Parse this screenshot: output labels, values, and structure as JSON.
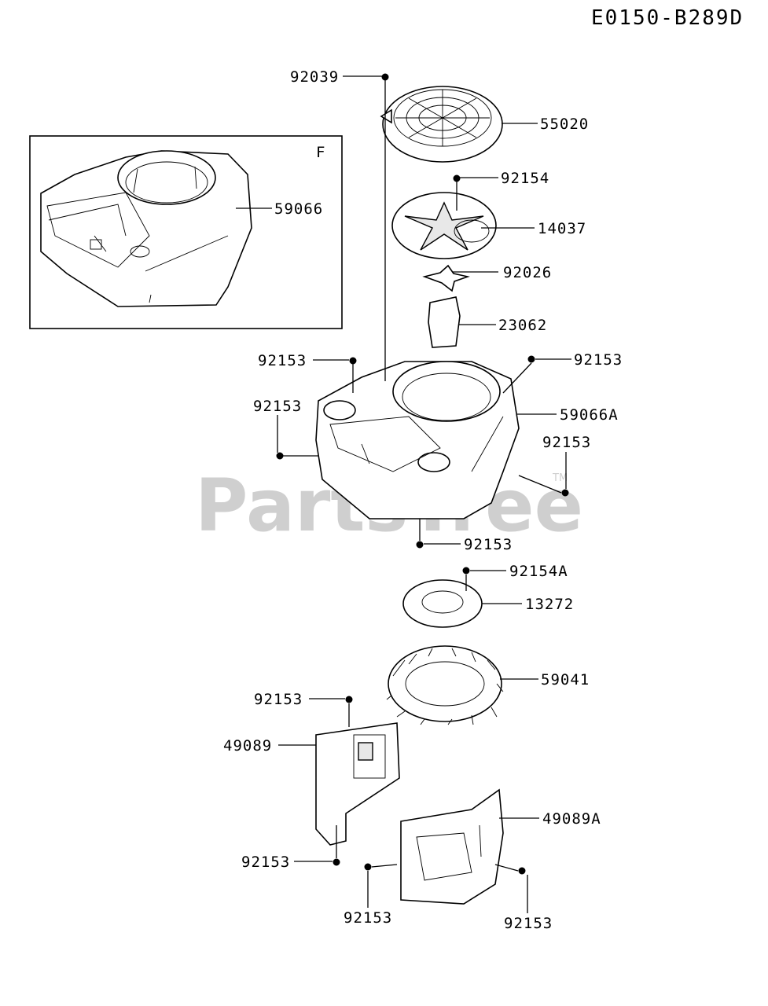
{
  "diagram_code": "E0150-B289D",
  "watermark": "PartsTree",
  "watermark_tm": "TM",
  "inset_box_label": "F",
  "callouts": [
    {
      "id": "c-92039",
      "text": "92039"
    },
    {
      "id": "c-55020",
      "text": "55020"
    },
    {
      "id": "c-92154",
      "text": "92154"
    },
    {
      "id": "c-14037",
      "text": "14037"
    },
    {
      "id": "c-59066",
      "text": "59066"
    },
    {
      "id": "c-92026",
      "text": "92026"
    },
    {
      "id": "c-23062",
      "text": "23062"
    },
    {
      "id": "c-92153-a",
      "text": "92153"
    },
    {
      "id": "c-92153-b",
      "text": "92153"
    },
    {
      "id": "c-92153-c",
      "text": "92153"
    },
    {
      "id": "c-59066A",
      "text": "59066A"
    },
    {
      "id": "c-92153-d",
      "text": "92153"
    },
    {
      "id": "c-92153-e",
      "text": "92153"
    },
    {
      "id": "c-92154A",
      "text": "92154A"
    },
    {
      "id": "c-13272",
      "text": "13272"
    },
    {
      "id": "c-59041",
      "text": "59041"
    },
    {
      "id": "c-92153-f",
      "text": "92153"
    },
    {
      "id": "c-49089",
      "text": "49089"
    },
    {
      "id": "c-49089A",
      "text": "49089A"
    },
    {
      "id": "c-92153-g",
      "text": "92153"
    },
    {
      "id": "c-92153-h",
      "text": "92153"
    },
    {
      "id": "c-92153-i",
      "text": "92153"
    }
  ]
}
